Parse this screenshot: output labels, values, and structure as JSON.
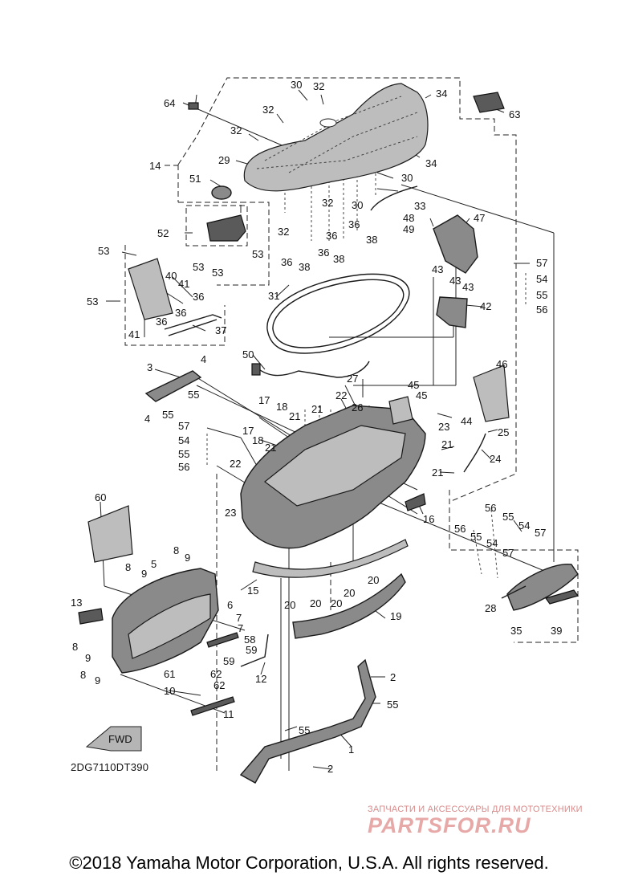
{
  "diagram_code": "2DG7110DT390",
  "copyright": "©2018 Yamaha Motor Corporation, U.S.A. All rights reserved.",
  "watermark": {
    "tagline": "ЗАПЧАСТИ И АКСЕССУАРЫ ДЛЯ МОТОТЕХНИКИ",
    "logo": "PARTSFOR.RU"
  },
  "fwd_label": "FWD",
  "labels": {
    "l1": "1",
    "l2a": "2",
    "l2b": "2",
    "l3": "3",
    "l4a": "4",
    "l4b": "4",
    "l5": "5",
    "l6": "6",
    "l7a": "7",
    "l7b": "7",
    "l8a": "8",
    "l8b": "8",
    "l8c": "8",
    "l8d": "8",
    "l9a": "9",
    "l9b": "9",
    "l9c": "9",
    "l9d": "9",
    "l10": "10",
    "l11": "11",
    "l12": "12",
    "l13": "13",
    "l14": "14",
    "l15": "15",
    "l16": "16",
    "l17a": "17",
    "l17b": "17",
    "l18a": "18",
    "l18b": "18",
    "l19": "19",
    "l20a": "20",
    "l20b": "20",
    "l20c": "20",
    "l20d": "20",
    "l20e": "20",
    "l21a": "21",
    "l21b": "21",
    "l21c": "21",
    "l21d": "21",
    "l21e": "21",
    "l22a": "22",
    "l22b": "22",
    "l23a": "23",
    "l23b": "23",
    "l24": "24",
    "l25": "25",
    "l26": "26",
    "l27": "27",
    "l28": "28",
    "l29": "29",
    "l30a": "30",
    "l30b": "30",
    "l30c": "30",
    "l31": "31",
    "l32a": "32",
    "l32b": "32",
    "l32c": "32",
    "l32d": "32",
    "l32e": "32",
    "l33": "33",
    "l34a": "34",
    "l34b": "34",
    "l35": "35",
    "l36a": "36",
    "l36b": "36",
    "l36c": "36",
    "l36d": "36",
    "l36e": "36",
    "l37": "37",
    "l38a": "38",
    "l38b": "38",
    "l38c": "38",
    "l39": "39",
    "l40": "40",
    "l41a": "41",
    "l41b": "41",
    "l42": "42",
    "l43a": "43",
    "l43b": "43",
    "l43c": "43",
    "l44": "44",
    "l45a": "45",
    "l45b": "45",
    "l46": "46",
    "l47": "47",
    "l48": "48",
    "l49": "49",
    "l50": "50",
    "l51": "51",
    "l52": "52",
    "l53a": "53",
    "l53b": "53",
    "l53c": "53",
    "l53d": "53",
    "l53e": "53",
    "l54a": "54",
    "l54b": "54",
    "l54c": "54",
    "l54d": "54",
    "l55a": "55",
    "l55b": "55",
    "l55c": "55",
    "l55d": "55",
    "l55e": "55",
    "l55f": "55",
    "l55g": "55",
    "l56a": "56",
    "l56b": "56",
    "l56c": "56",
    "l56d": "56",
    "l57a": "57",
    "l57b": "57",
    "l57c": "57",
    "l57d": "57",
    "l58": "58",
    "l59a": "59",
    "l59b": "59",
    "l60": "60",
    "l61": "61",
    "l62a": "62",
    "l62b": "62",
    "l63": "63",
    "l64": "64"
  }
}
